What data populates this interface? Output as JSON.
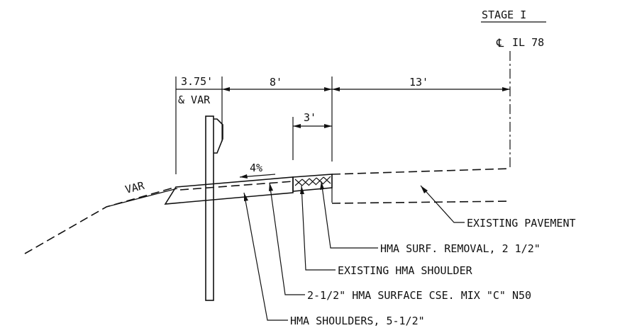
{
  "stage_title": "STAGE I",
  "centerline": {
    "symbol": "℄",
    "label": "IL 78"
  },
  "dimensions": {
    "barrier_width": "3.75'",
    "barrier_width_note": "& VAR",
    "shoulder_width": "8'",
    "removal_width": "3'",
    "lane_width": "13'"
  },
  "slope_labels": {
    "shoulder_slope": "4%",
    "side_slope": "VAR"
  },
  "callouts": {
    "existing_pavement": "EXISTING PAVEMENT",
    "surface_removal": "HMA SURF. REMOVAL, 2 1/2\"",
    "existing_shoulder": "EXISTING HMA SHOULDER",
    "surface_course": "2-1/2\" HMA SURFACE CSE. MIX \"C\" N50",
    "hma_shoulders": "HMA SHOULDERS, 5-1/2\""
  }
}
